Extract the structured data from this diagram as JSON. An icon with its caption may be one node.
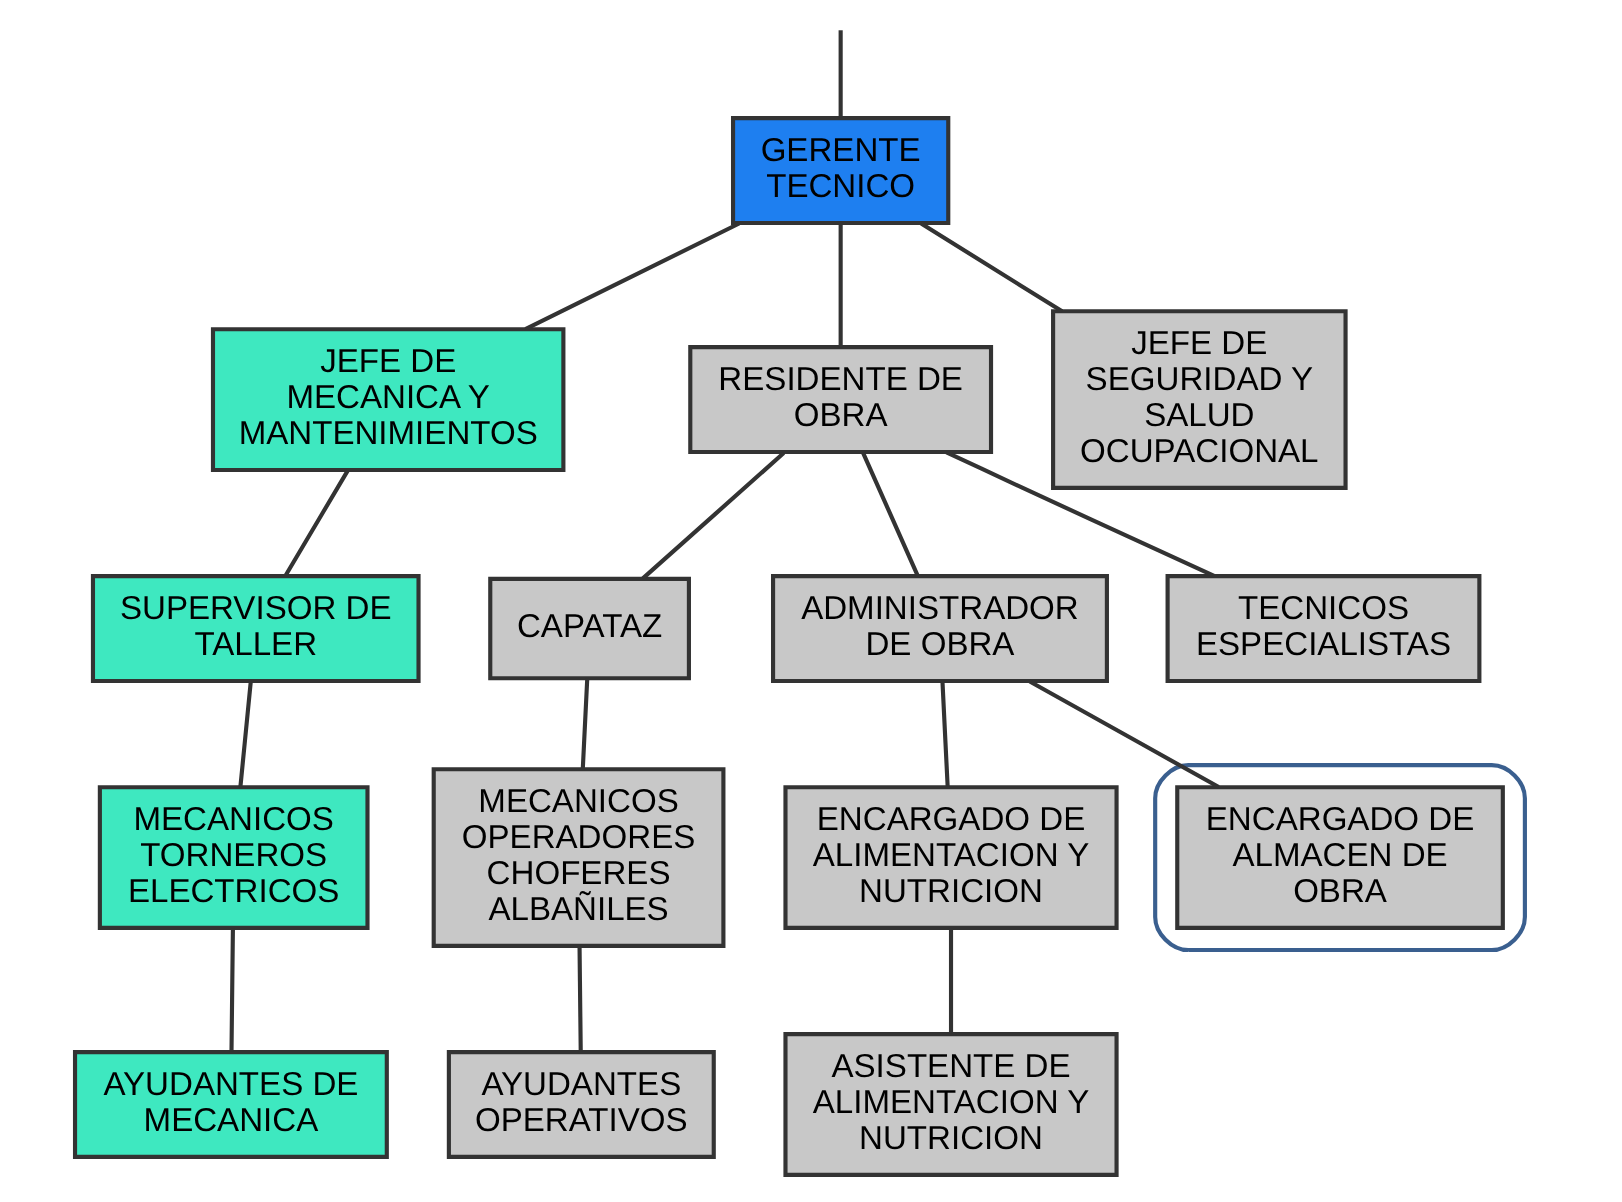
{
  "diagram": {
    "nodes": [
      {
        "text": [
          "GERENTE TECNICO"
        ]
      },
      {
        "text": [
          "JEFE DE MECANICA Y MANTENIMIENTOS"
        ]
      },
      {
        "text": [
          "RESIDENTE DE OBRA"
        ]
      },
      {
        "text": [
          "JEFE DE SEGURIDAD Y SALUD OCUPACIONAL"
        ]
      },
      {
        "text": [
          "SUPERVISOR DE TALLER"
        ]
      },
      {
        "text": [
          "CAPATAZ"
        ]
      },
      {
        "text": [
          "ADMINISTRADOR DE OBRA"
        ]
      },
      {
        "text": [
          "TECNICOS ESPECIALISTAS"
        ]
      },
      {
        "text": [
          "MECANICOS TORNEROS ELECTRICOS"
        ]
      },
      {
        "text": [
          "MECANICOS OPERADORES CHOFERES ALBAÑILES"
        ]
      },
      {
        "text": [
          "ENCARGADO DE ALIMENTACION Y NUTRICION"
        ]
      },
      {
        "text": [],
        "shape": "ellipse"
      },
      {
        "text": [
          "ENCARGADO DE ALMACEN DE OBRA"
        ],
        "in": 11
      },
      {
        "text": [
          "AYUDANTES DE MECANICA"
        ]
      },
      {
        "text": [
          "AYUDANTES OPERATIVOS"
        ]
      },
      {
        "text": [
          "ASISTENTE DE ALIMENTACION Y NUTRICION"
        ]
      }
    ],
    "edges": [
      {
        "from": null,
        "to": 0,
        "arrow": "none"
      },
      {
        "from": 0,
        "to": 1,
        "arrow": "none"
      },
      {
        "from": 0,
        "to": 2,
        "arrow": "none"
      },
      {
        "from": 0,
        "to": 3,
        "arrow": "none"
      },
      {
        "from": 1,
        "to": 4,
        "arrow": "none"
      },
      {
        "from": 2,
        "to": 5,
        "arrow": "none"
      },
      {
        "from": 2,
        "to": 6,
        "arrow": "none"
      },
      {
        "from": 2,
        "to": 7,
        "arrow": "none"
      },
      {
        "from": 4,
        "to": 8,
        "arrow": "none"
      },
      {
        "from": 5,
        "to": 9,
        "arrow": "none"
      },
      {
        "from": 6,
        "to": 10,
        "arrow": "none"
      },
      {
        "from": 6,
        "to": 12,
        "arrow": "none"
      },
      {
        "from": 8,
        "to": 13,
        "arrow": "none"
      },
      {
        "from": 9,
        "to": 14,
        "arrow": "none"
      },
      {
        "from": 10,
        "to": 15,
        "arrow": "none"
      }
    ]
  }
}
